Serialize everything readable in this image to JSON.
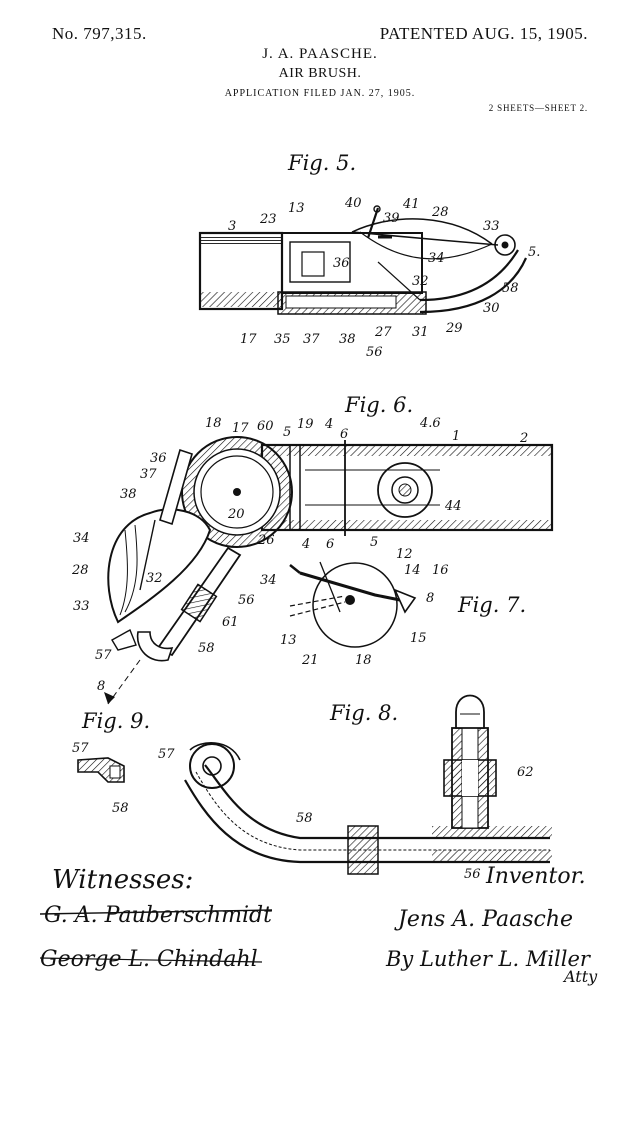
{
  "header": {
    "patent_number": "No. 797,315.",
    "patented_date": "PATENTED AUG. 15, 1905.",
    "inventor": "J. A. PAASCHE.",
    "title": "AIR BRUSH.",
    "application": "APPLICATION FILED JAN. 27, 1905.",
    "sheets": "2 SHEETS—SHEET 2."
  },
  "figures": {
    "fig5": "Fig. 5.",
    "fig6": "Fig. 6.",
    "fig7": "Fig. 7.",
    "fig8": "Fig. 8.",
    "fig9": "Fig. 9."
  },
  "reference_numerals": {
    "fig5": [
      "3",
      "23",
      "13",
      "40",
      "41",
      "39",
      "28",
      "33",
      "5.",
      "34",
      "36",
      "32",
      "58",
      "30",
      "17",
      "35",
      "37",
      "38",
      "27",
      "31",
      "29",
      "56"
    ],
    "fig6": [
      "18",
      "17",
      "60",
      "5",
      "19",
      "4",
      "6",
      "4.6",
      "1",
      "2",
      "36",
      "37",
      "38",
      "20",
      "44",
      "34",
      "28",
      "32",
      "26",
      "33",
      "56",
      "61",
      "57",
      "58",
      "4",
      "6",
      "5",
      "8"
    ],
    "fig7": [
      "12",
      "14",
      "16",
      "34",
      "8",
      "13",
      "21",
      "18",
      "15"
    ],
    "fig8": [
      "57",
      "58",
      "62",
      "56"
    ],
    "fig9": [
      "57",
      "58"
    ]
  },
  "signatures": {
    "witnesses_label": "Witnesses:",
    "inventor_label": "Inventor.",
    "witness_1": "G. A. Pauberschmidt",
    "witness_2": "George L. Chindahl",
    "inventor_name": "Jens A. Paasche",
    "attorney": "By Luther L. Miller",
    "attorney_suffix": "Atty"
  }
}
